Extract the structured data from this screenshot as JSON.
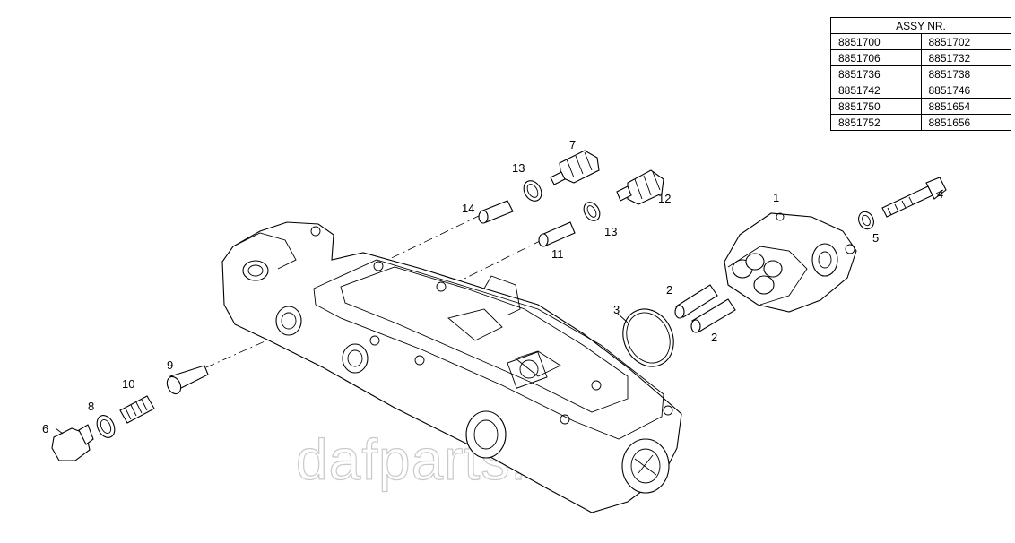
{
  "assy_table": {
    "header": "ASSY NR.",
    "rows": [
      [
        "8851700",
        "8851702"
      ],
      [
        "8851706",
        "8851732"
      ],
      [
        "8851736",
        "8851738"
      ],
      [
        "8851742",
        "8851746"
      ],
      [
        "8851750",
        "8851654"
      ],
      [
        "8851752",
        "8851656"
      ]
    ]
  },
  "callouts": {
    "c1": "1",
    "c2a": "2",
    "c2b": "2",
    "c3": "3",
    "c4": "4",
    "c5": "5",
    "c6": "6",
    "c7": "7",
    "c8": "8",
    "c9": "9",
    "c10": "10",
    "c11": "11",
    "c12": "12",
    "c13a": "13",
    "c13b": "13",
    "c14": "14"
  },
  "watermark": "dafparts.in.ua"
}
